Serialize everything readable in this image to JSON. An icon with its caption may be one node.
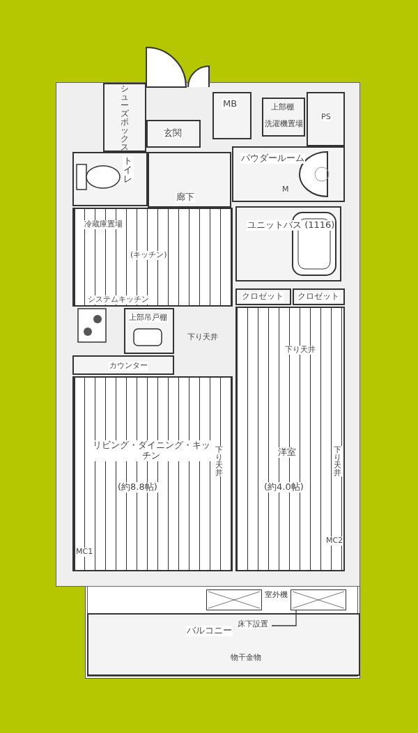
{
  "diagram": {
    "nodes": [
      {
        "text": [
          "シューズボックス"
        ]
      },
      {
        "text": [
          "玄関"
        ]
      },
      {
        "text": [
          "MB"
        ]
      },
      {
        "text": [
          "上部棚",
          "洗濯機置場"
        ]
      },
      {
        "text": [
          "PS"
        ]
      },
      {
        "text": [
          "トイレ"
        ]
      },
      {
        "text": [
          "廊下"
        ]
      },
      {
        "text": [
          "パウダールーム"
        ]
      },
      {
        "text": [
          "ユニットバス (1116)"
        ]
      },
      {
        "text": [
          "冷蔵庫置場",
          "(キッチン)"
        ]
      },
      {
        "text": [
          "上部吊戸棚"
        ]
      },
      {
        "text": [
          "カウンター"
        ]
      },
      {
        "text": [
          "クロゼット"
        ]
      },
      {
        "text": [
          "クロゼット"
        ]
      },
      {
        "text": [
          "リビング・ダイニング・キッチン",
          "(約8.8帖)"
        ]
      },
      {
        "text": [
          "洋室",
          "(約4.0帖)"
        ]
      },
      {
        "text": [
          "バルコニー"
        ]
      },
      {
        "text": [],
        "shape": "box",
        "beside": [
          "室外機"
        ]
      },
      {
        "text": [],
        "shape": "box"
      },
      {
        "text": [
          "床下設置"
        ],
        "in": 16
      }
    ],
    "edges": [
      {
        "from": 19,
        "to": 18,
        "arrow": "none"
      }
    ],
    "labels": [
      "システムキッチン",
      "下り天井",
      "下り天井",
      "下り天井",
      "下り天井",
      "MC1",
      "MC2",
      "M",
      "物干金物"
    ]
  }
}
